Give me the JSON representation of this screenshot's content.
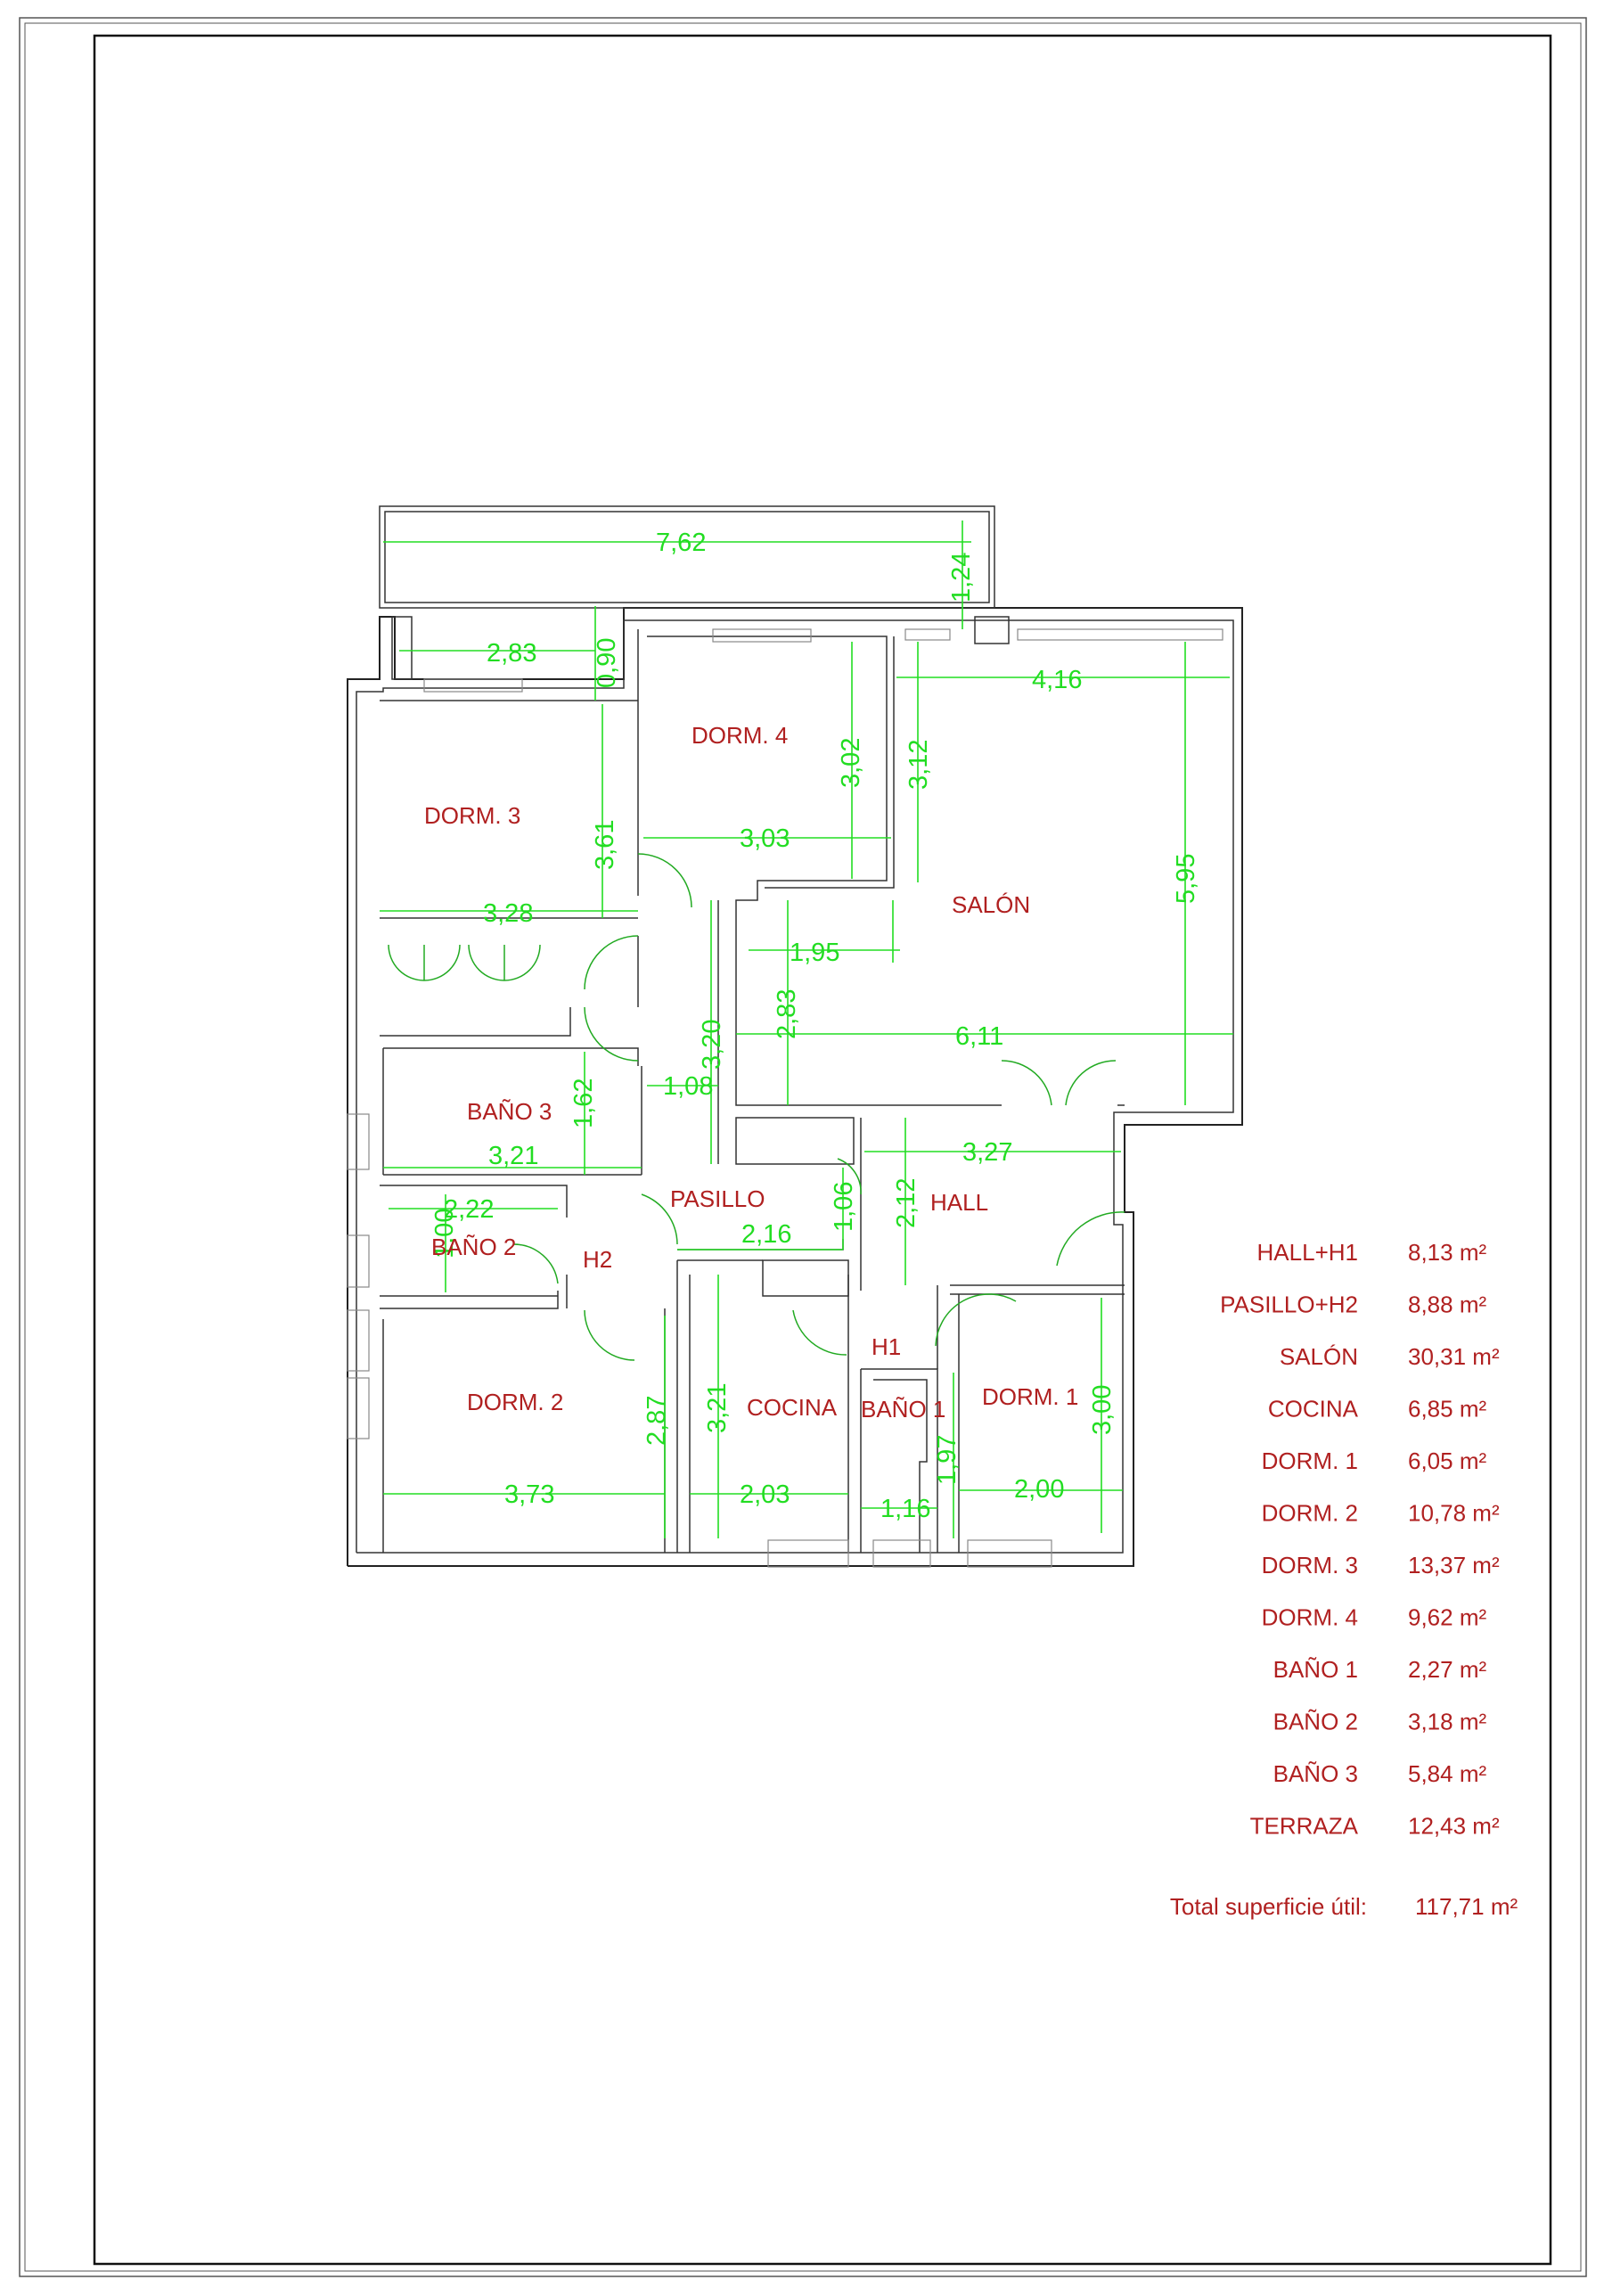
{
  "rooms": {
    "dorm3": "DORM. 3",
    "dorm4": "DORM. 4",
    "salon": "SALÓN",
    "bano3": "BAÑO 3",
    "pasillo": "PASILLO",
    "hall": "HALL",
    "bano2": "BAÑO 2",
    "h2": "H2",
    "h1": "H1",
    "dorm2": "DORM. 2",
    "cocina": "COCINA",
    "bano1": "BAÑO 1",
    "dorm1": "DORM. 1"
  },
  "dimensions": {
    "terraza_ancho": "7,62",
    "terraza_fondo": "1,24",
    "d283": "2,83",
    "d090": "0,90",
    "d416": "4,16",
    "d302": "3,02",
    "d312": "3,12",
    "d361": "3,61",
    "d303": "3,03",
    "d595": "5,95",
    "d328": "3,28",
    "d195": "1,95",
    "d283b": "2,83",
    "d320": "3,20",
    "d611": "6,11",
    "d162": "1,62",
    "d108": "1,08",
    "d327": "3,27",
    "d321": "3,21",
    "d222": "2,22",
    "d100": "1,00",
    "d106": "1,06",
    "d212": "2,12",
    "d216": "2,16",
    "d287": "2,87",
    "d321b": "3,21",
    "d197": "1,97",
    "d300": "3,00",
    "d373": "3,73",
    "d203": "2,03",
    "d116": "1,16",
    "d200": "2,00"
  },
  "areas": [
    {
      "name": "HALL+H1",
      "value": "8,13 m²"
    },
    {
      "name": "PASILLO+H2",
      "value": "8,88 m²"
    },
    {
      "name": "SALÓN",
      "value": "30,31 m²"
    },
    {
      "name": "COCINA",
      "value": "6,85 m²"
    },
    {
      "name": "DORM. 1",
      "value": "6,05 m²"
    },
    {
      "name": "DORM. 2",
      "value": "10,78 m²"
    },
    {
      "name": "DORM. 3",
      "value": "13,37 m²"
    },
    {
      "name": "DORM. 4",
      "value": "9,62 m²"
    },
    {
      "name": "BAÑO 1",
      "value": "2,27 m²"
    },
    {
      "name": "BAÑO 2",
      "value": "3,18 m²"
    },
    {
      "name": "BAÑO 3",
      "value": "5,84 m²"
    },
    {
      "name": "TERRAZA",
      "value": "12,43 m²"
    }
  ],
  "total": {
    "label": "Total superficie útil:",
    "value": "117,71 m²"
  },
  "colors": {
    "dimension": "#22dd22",
    "room_label": "#b02020",
    "wall": "#222222"
  }
}
